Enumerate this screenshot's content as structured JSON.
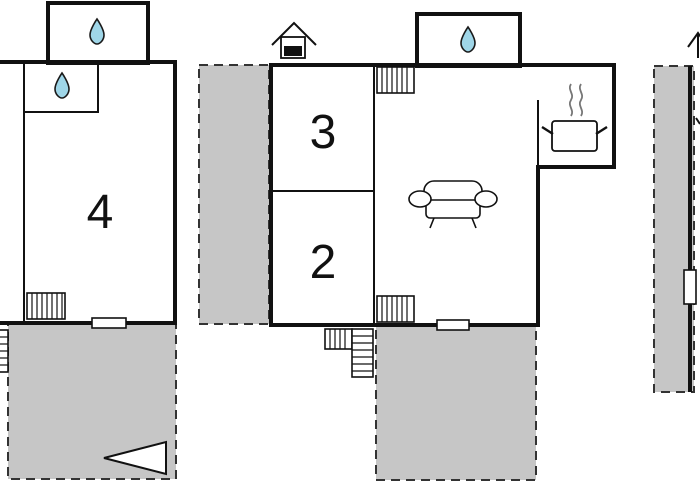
{
  "rooms": {
    "room_4": {
      "number": "4"
    },
    "room_3": {
      "number": "3"
    },
    "room_2": {
      "number": "2"
    }
  },
  "icons": {
    "water": "water-drop-icon",
    "stairs": "stairs-icon",
    "sofa": "sofa-icon",
    "cooking_pot": "cooking-pot-icon",
    "house": "house-icon",
    "arrow": "arrow-icon"
  },
  "colors": {
    "wall": "#111111",
    "terrace_fill": "#c6c6c6",
    "water": "#9fd6e8",
    "background": "#ffffff"
  }
}
